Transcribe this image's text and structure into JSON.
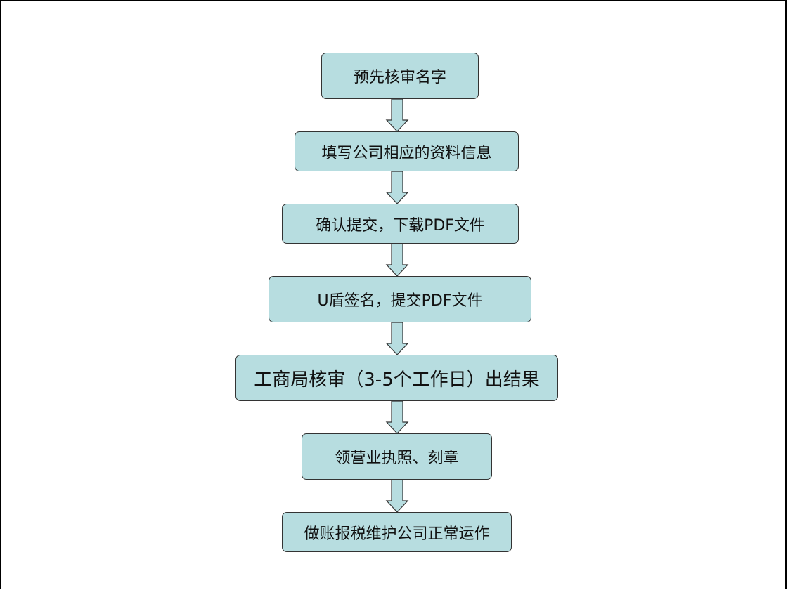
{
  "flowchart": {
    "steps": [
      "预先核审名字",
      "填写公司相应的资料信息",
      "确认提交，下载PDF文件",
      "U盾签名，提交PDF文件",
      "工商局核审（3-5个工作日）出结果",
      "领营业执照、刻章",
      "做账报税维护公司正常运作"
    ]
  },
  "colors": {
    "box_fill": "#b7dde0",
    "box_border": "#333333",
    "arrow_fill": "#b7dde0"
  }
}
